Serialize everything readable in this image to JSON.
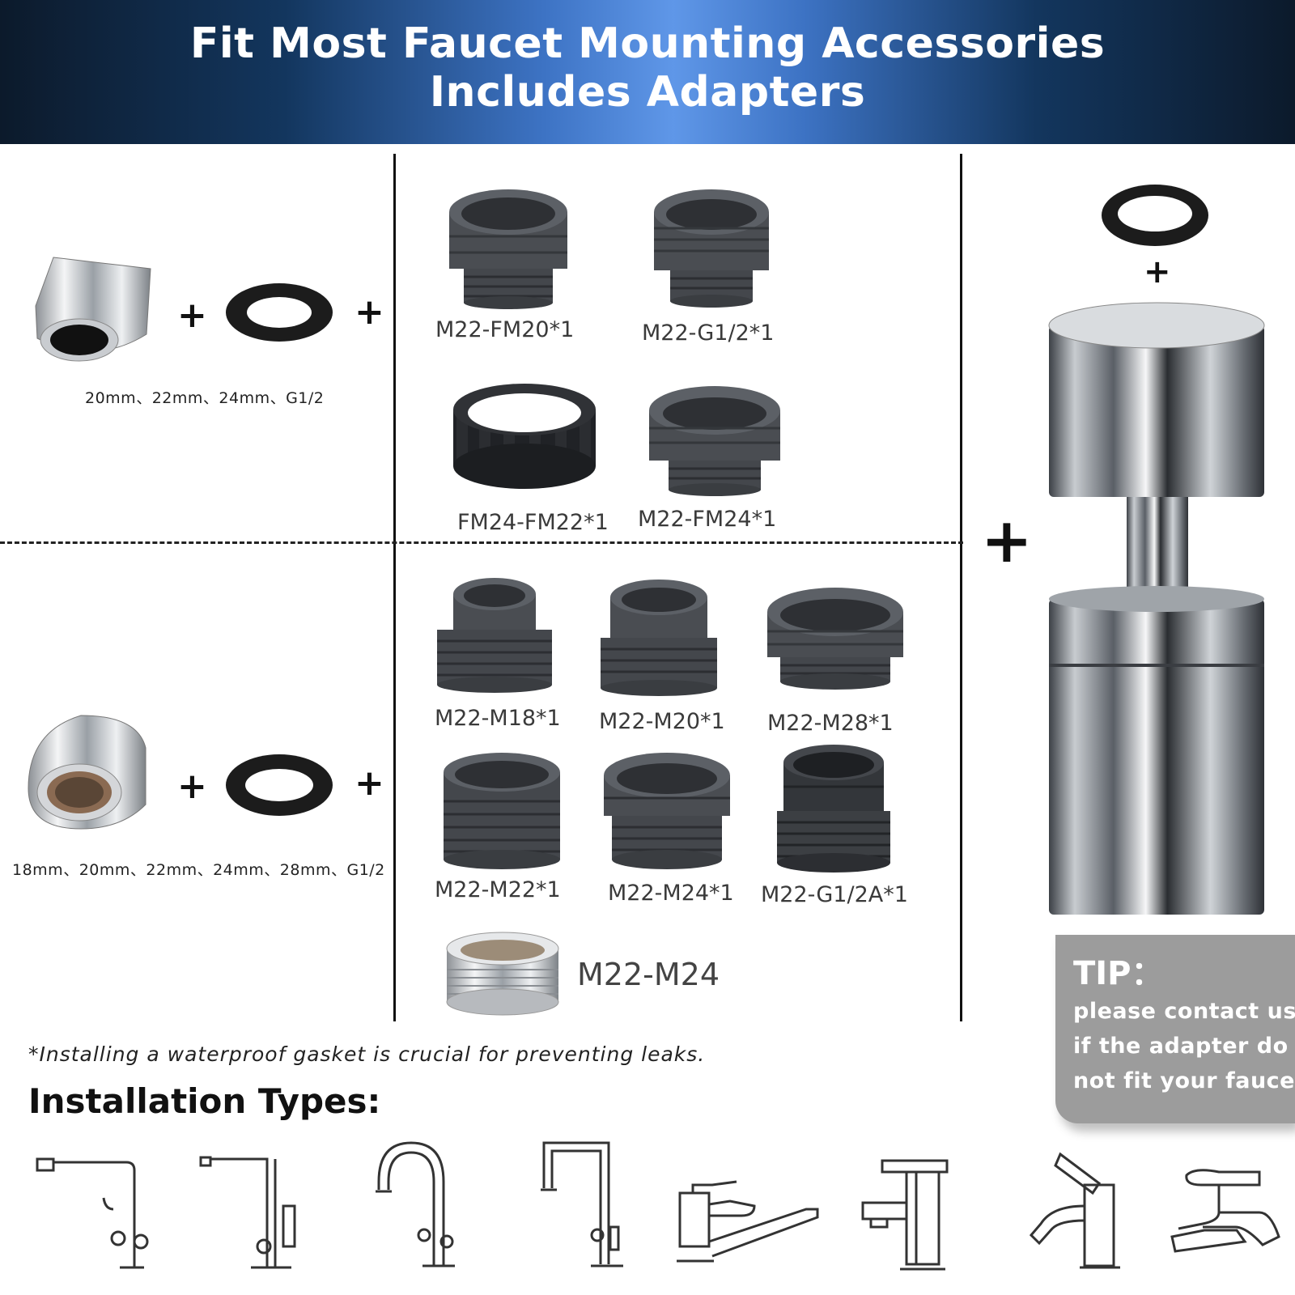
{
  "header": {
    "title_line1": "Fit Most Faucet Mounting Accessories",
    "title_line2": "Includes Adapters"
  },
  "top_left": {
    "plus1": "+",
    "plus2": "+",
    "sizes": "20mm、22mm、24mm、G1/2"
  },
  "bottom_left": {
    "plus1": "+",
    "plus2": "+",
    "sizes": "18mm、20mm、22mm、24mm、28mm、G1/2"
  },
  "adapters_top": [
    "M22-FM20*1",
    "M22-G1/2*1",
    "FM24-FM22*1",
    "M22-FM24*1"
  ],
  "adapters_bottom": [
    "M22-M18*1",
    "M22-M20*1",
    "M22-M28*1",
    "M22-M22*1",
    "M22-M24*1",
    "M22-G1/2A*1"
  ],
  "metal_adapter": "M22-M24",
  "right_column": {
    "plus_top": "+",
    "plus_middle": "+"
  },
  "tip": {
    "title": "TIP：",
    "line1": "please contact us",
    "line2": "if the adapter do",
    "line3": "not fit your faucet."
  },
  "note": "*Installing a waterproof gasket is crucial for preventing leaks.",
  "installation_title": "Installation Types:",
  "faucet_icons": [
    "wall-kitchen-faucet-icon",
    "l-shaped-kitchen-faucet-icon",
    "gooseneck-faucet-icon",
    "square-gooseneck-faucet-icon",
    "low-spout-faucet-icon",
    "basin-faucet-icon",
    "single-lever-faucet-icon",
    "deck-mount-faucet-icon"
  ],
  "colors": {
    "adapter": "#4a4d52",
    "gasket": "#1c1c1c",
    "chrome": "#c9ccd0",
    "tip_box": "#9c9c9c"
  }
}
